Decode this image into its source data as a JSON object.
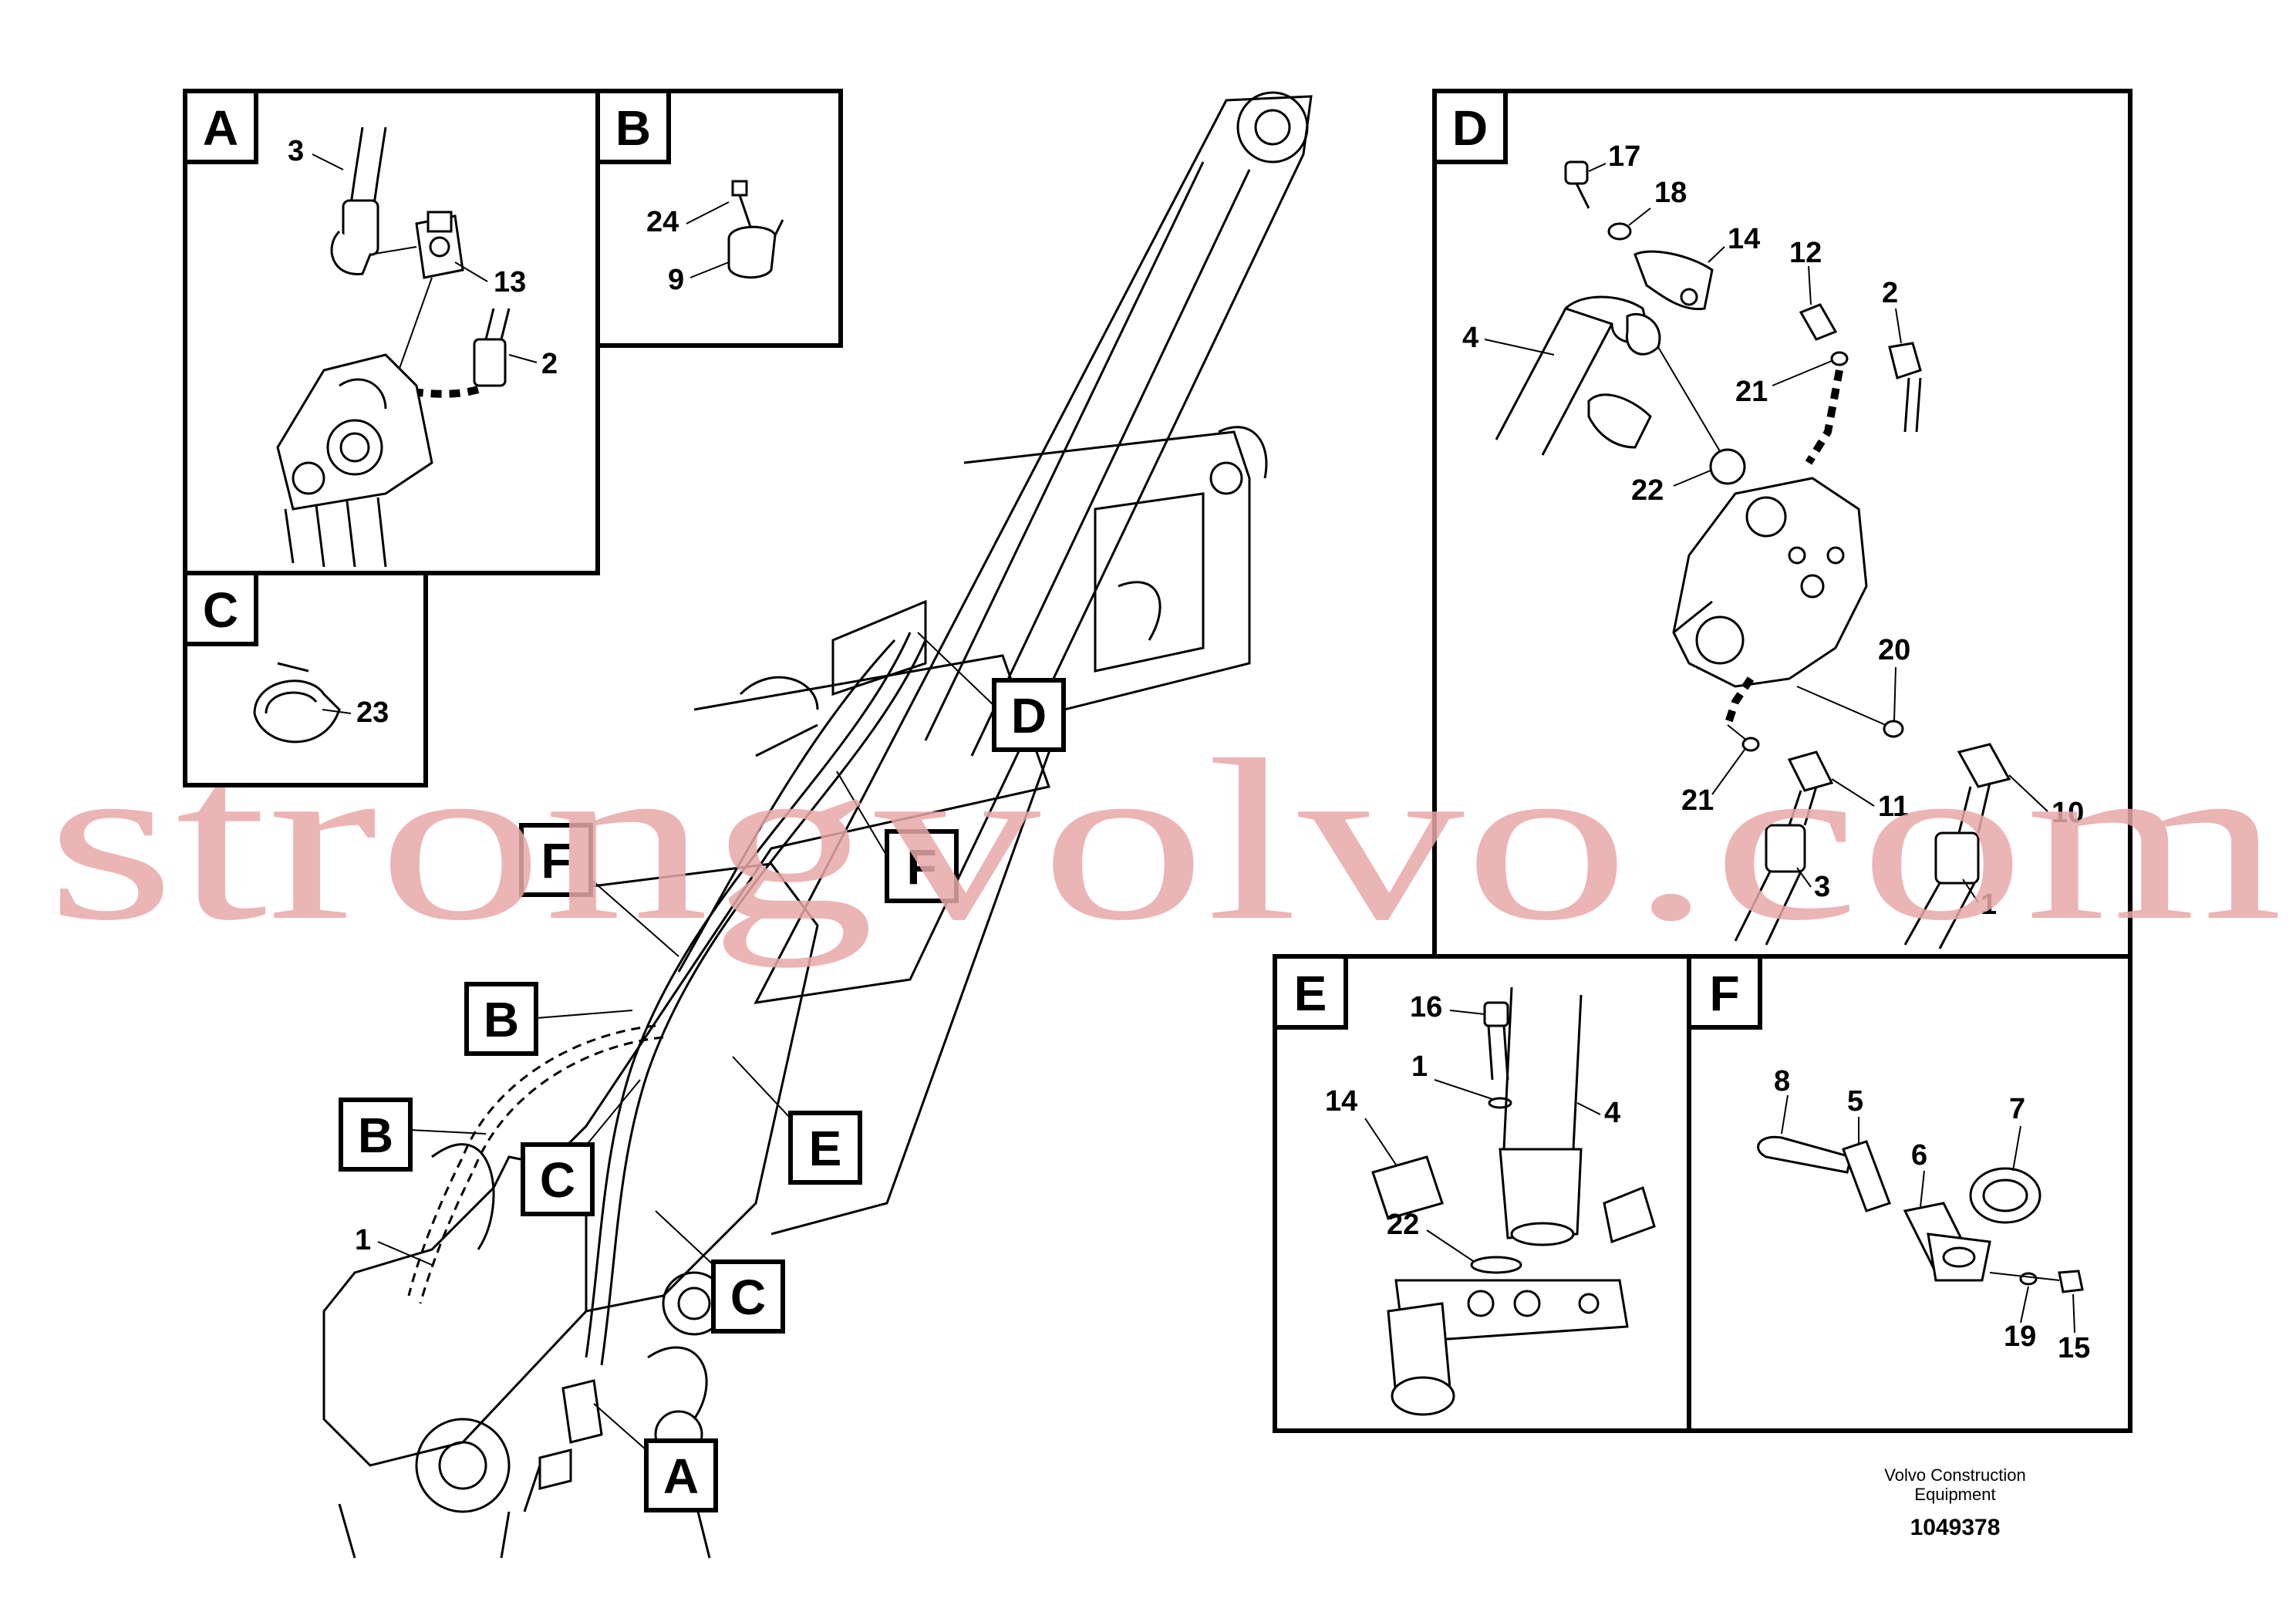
{
  "watermark": "strongvolvo.com",
  "footer": {
    "company_line1": "Volvo Construction",
    "company_line2": "Equipment",
    "drawing_number": "1049378"
  },
  "detail_panels": {
    "A": {
      "label": "A",
      "callouts": [
        "3",
        "13",
        "2"
      ]
    },
    "B": {
      "label": "B",
      "callouts": [
        "24",
        "9"
      ]
    },
    "C": {
      "label": "C",
      "callouts": [
        "23"
      ]
    },
    "D": {
      "label": "D",
      "callouts": [
        "17",
        "18",
        "14",
        "12",
        "2",
        "4",
        "21",
        "22",
        "20",
        "21",
        "11",
        "10",
        "3",
        "1"
      ]
    },
    "E": {
      "label": "E",
      "callouts": [
        "16",
        "1",
        "14",
        "4",
        "22"
      ]
    },
    "F": {
      "label": "F",
      "callouts": [
        "8",
        "5",
        "6",
        "7",
        "19",
        "15"
      ]
    }
  },
  "main_view": {
    "tags": [
      "D",
      "F",
      "F",
      "B",
      "B",
      "C",
      "E",
      "C",
      "A"
    ],
    "callouts": [
      "1"
    ]
  }
}
